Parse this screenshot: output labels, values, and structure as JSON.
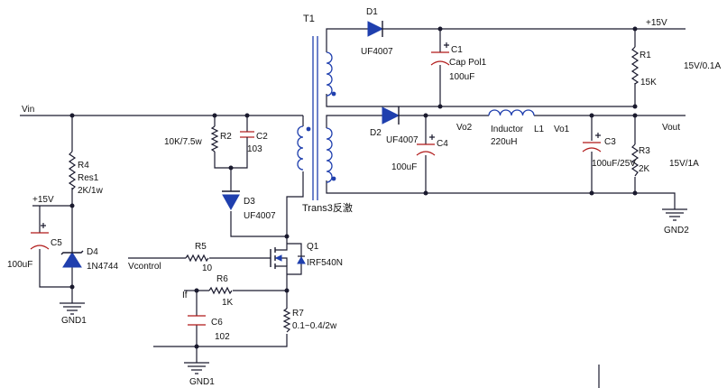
{
  "labels": {
    "vin": "Vin",
    "vout": "Vout",
    "plus15v_out": "+15V",
    "rail_15v": "+15V",
    "out_15v_rating": "15V/0.1A",
    "out_vout_rating": "15V/1A",
    "vcontrol": "Vcontrol",
    "if": "If",
    "vo1": "Vo1",
    "vo2": "Vo2",
    "gnd1_left": "GND1",
    "gnd1_bottom": "GND1",
    "gnd2": "GND2"
  },
  "components": {
    "t1": {
      "ref": "T1",
      "value": "Trans3反激"
    },
    "d1": {
      "ref": "D1",
      "value": "UF4007"
    },
    "d2": {
      "ref": "D2",
      "value": "UF4007"
    },
    "d3": {
      "ref": "D3",
      "value": "UF4007"
    },
    "d4": {
      "ref": "D4",
      "value": "1N4744"
    },
    "c1": {
      "ref": "C1",
      "type": "Cap Pol1",
      "value": "100uF"
    },
    "c2": {
      "ref": "C2",
      "value": "103"
    },
    "c3": {
      "ref": "C3",
      "value": "100uF/25V"
    },
    "c4": {
      "ref": "C4",
      "value": "100uF"
    },
    "c5": {
      "ref": "C5",
      "value": "100uF"
    },
    "c6": {
      "ref": "C6",
      "value": "102"
    },
    "r1": {
      "ref": "R1",
      "value": "15K"
    },
    "r2": {
      "ref": "R2",
      "value": "10K/7.5w"
    },
    "r3": {
      "ref": "R3",
      "value": "2K"
    },
    "r4": {
      "ref": "R4",
      "type": "Res1",
      "value": "2K/1w"
    },
    "r5": {
      "ref": "R5",
      "value": "10"
    },
    "r6": {
      "ref": "R6",
      "value": "1K"
    },
    "r7": {
      "ref": "R7",
      "value": "0.1~0.4/2w"
    },
    "l1": {
      "ref": "L1",
      "type": "Inductor",
      "value": "220uH"
    },
    "q1": {
      "ref": "Q1",
      "value": "IRF540N"
    }
  }
}
